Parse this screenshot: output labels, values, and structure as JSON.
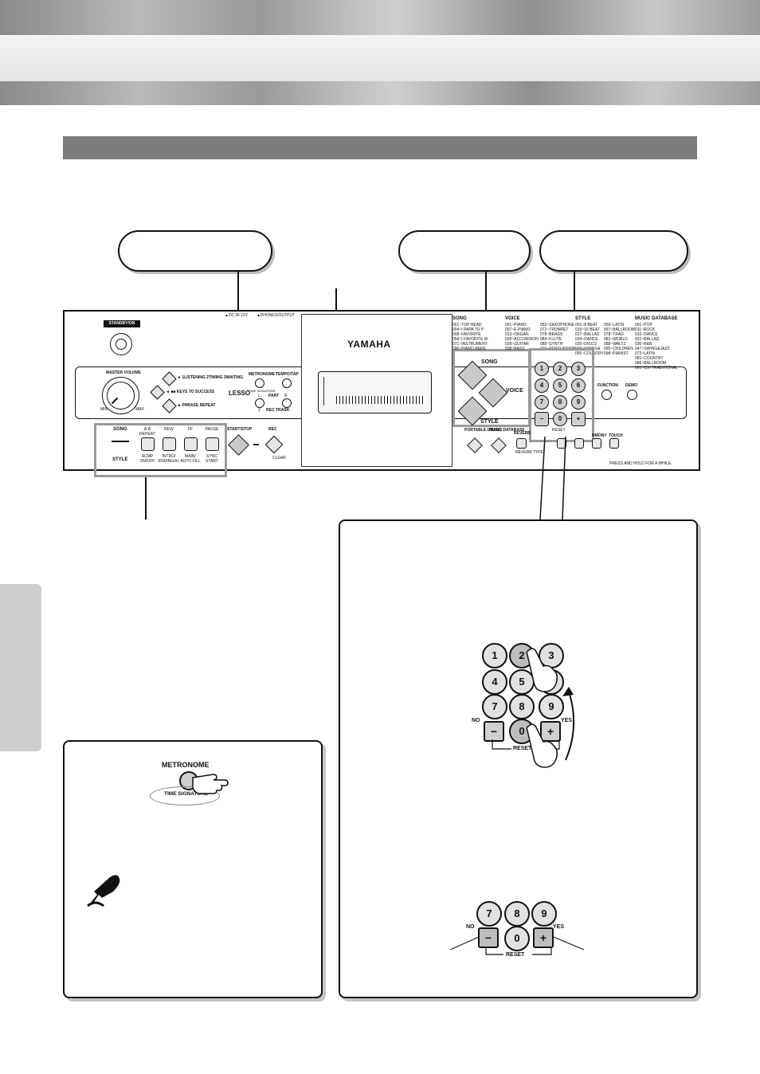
{
  "panel": {
    "standby_label": "STANDBY/ON",
    "dc_in": "▲DC IN 12V",
    "phones": "▲PHONES/OUTPUT",
    "master_volume": "MASTER VOLUME",
    "min": "MIN",
    "max": "MAX",
    "lesson_steps": "◄ 1LISTENING  2TIMING  3WAITING",
    "keys_to_success": "◄ ■■ KEYS TO SUCCESS",
    "phrase_repeat": "◄ PHRASE REPEAT",
    "lesson": "LESSO",
    "metronome": "METRONOME",
    "tempo_tap": "TEMPO/TAP",
    "time_signature_small": "TIME SIGNATURE",
    "part": "PART",
    "part_l": "L",
    "part_r": "R",
    "rec_track": "REC TRACK",
    "track_1": "1",
    "track_2": "2",
    "song": "SONG",
    "style": "STYLE",
    "ab_repeat": "A-B REPEAT",
    "rew": "REW",
    "ff": "FF",
    "pause": "PAUSE",
    "acmp": "ACMP ON/OFF",
    "intro": "INTRO/ ENDING/rit.",
    "main": "MAIN/ AUTO FILL",
    "sync": "SYNC START",
    "start_stop": "START/STOP",
    "rec": "REC",
    "clear": "CLEAR",
    "yamaha": "YAMAHA",
    "song_btn": "SONG",
    "voice_btn": "VOICE",
    "style_btn": "STYLE",
    "portable_grand": "PORTABLE GRAND",
    "music_database": "MUSIC DATABASE",
    "reverb": "REVERB",
    "reverb_type": "REVERB TYPE",
    "harmony": "RMONY",
    "touch": "TOUCH",
    "function": "FUNCTION",
    "demo": "DEMO",
    "reset_small": "RESET",
    "song_list_title": "SONG",
    "voice_list_title": "VOICE",
    "style_list_title": "STYLE",
    "mdb_list_title": "MUSIC DATABASE",
    "song_list": [
      "001~TOP HEAD",
      "004~I PAPA TO P",
      "008~FAVORITE",
      "054~I FAVORITE W",
      "071~INSTRUMENT",
      "090~PIANO REPE"
    ],
    "voice_list": [
      "001~PIANO",
      "007~E.PIANO",
      "013~ORGAN",
      "020~ACCORDION",
      "028~GUITAR",
      "038~BASS"
    ],
    "voice_list2": [
      "053~SAXOPHONE",
      "072~TRUMPET",
      "078~BRASS",
      "084~FLUTE",
      "089~SYNTH",
      "101~PERCUSSION"
    ],
    "style_list": [
      "001~8 BEAT",
      "015~16 BEAT",
      "017~BALLAD",
      "024~DANCE",
      "035~DISCO",
      "040~SWING&",
      "050~COUNTRY"
    ],
    "style_list2": [
      "059~LATIN",
      "067~BALLROOM",
      "078~TRAD.",
      "082~WORLD",
      "088~WALTZ",
      "095~CHILDREN",
      "098~PIANIST"
    ],
    "mdb_list": [
      "001~POP",
      "011~ROCK",
      "016~DANCE",
      "022~BALLAD",
      "030~R&B",
      "047~SWING&JAZZ",
      "072~LATIN",
      "081~COUNTRY",
      "086~BALLROOM",
      "091~100 TRADITIONAL"
    ],
    "press_hold": "PRESS AND HOLD FOR A WHILE."
  },
  "metronome_box": {
    "metronome": "METRONOME",
    "time_signature": "TIME SIGNATURE"
  },
  "keypad": {
    "keys": [
      "1",
      "2",
      "3",
      "4",
      "5",
      "6",
      "7",
      "8",
      "9"
    ],
    "minus": "−",
    "zero": "0",
    "plus": "+",
    "no": "NO",
    "yes": "YES",
    "reset": "RESET"
  },
  "keypad_small": {
    "keys": [
      "7",
      "8",
      "9"
    ],
    "minus": "−",
    "zero": "0",
    "plus": "+",
    "no": "NO",
    "yes": "YES",
    "reset": "RESET"
  }
}
